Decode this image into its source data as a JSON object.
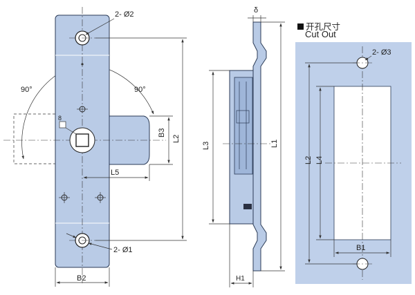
{
  "front_view": {
    "hole_top_label": "2- Ø2",
    "hole_bottom_label": "2- Ø1",
    "angle_left_label": "90°",
    "angle_right_label": "90°",
    "dim_8_label": "8",
    "dim_b3_label": "B3",
    "dim_l2_label": "L2",
    "dim_l5_label": "L5",
    "dim_b2_label": "B2"
  },
  "side_view": {
    "dim_delta_label": "δ",
    "dim_l3_label": "L3",
    "dim_l1_label": "L1",
    "dim_h1_label": "H1"
  },
  "cutout": {
    "title_cn": "开孔尺寸",
    "title_en": "Cut Out",
    "hole_label": "2- Ø3",
    "dim_l2_label": "L2",
    "dim_l4_label": "L4",
    "dim_b1_label": "B1"
  },
  "colors": {
    "part_fill": "#b9cbe6",
    "panel_fill": "#bfd0ea",
    "cutout_fill": "#ffffff",
    "ink": "#222222"
  }
}
